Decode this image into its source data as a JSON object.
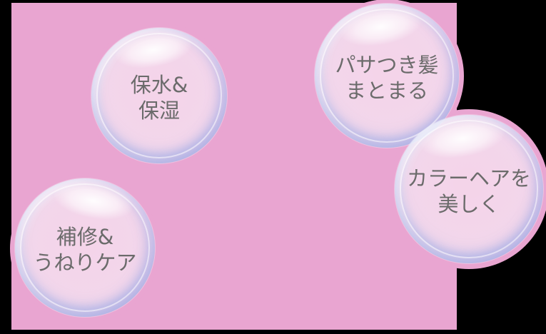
{
  "graphic": {
    "panel_color": "#e9a5d1",
    "text_color": "#6b6b6b",
    "bubble_rim_color": "#b8c5ee"
  },
  "bubbles": [
    {
      "name": "hydration",
      "line1": "保水&",
      "line2": "保湿"
    },
    {
      "name": "frizz-control",
      "line1": "パサつき髪",
      "line2": "まとまる"
    },
    {
      "name": "color-hair",
      "line1": "カラーヘアを",
      "line2": "美しく"
    },
    {
      "name": "repair-wave-care",
      "line1": "補修&",
      "line2": "うねりケア"
    }
  ]
}
